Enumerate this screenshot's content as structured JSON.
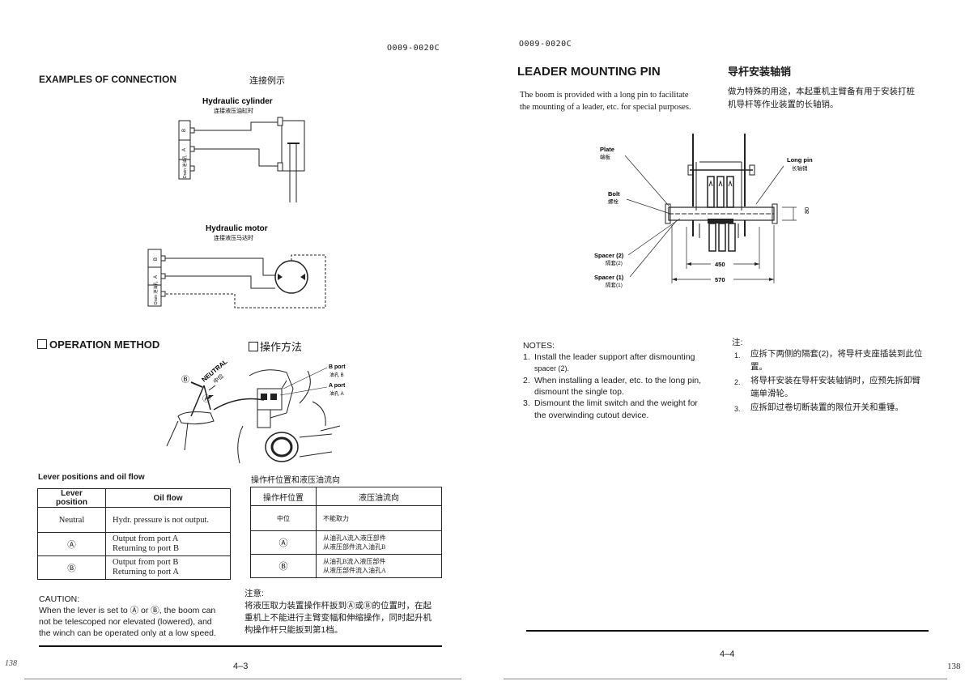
{
  "left_page": {
    "doc_code": "O009-0020C",
    "section_examples": {
      "title_en": "EXAMPLES OF CONNECTION",
      "title_cn": "连接例示"
    },
    "hydraulic_cylinder": {
      "label_en": "Hydraulic cylinder",
      "label_cn": "连接液压油缸时",
      "port_b": "B",
      "port_a": "A",
      "drain": "Drain 泄油孔"
    },
    "hydraulic_motor": {
      "label_en": "Hydraulic motor",
      "label_cn": "连接液压马达时",
      "port_b": "B",
      "port_a": "A",
      "drain": "Drain 泄油孔"
    },
    "section_operation": {
      "title_en": "OPERATION METHOD",
      "title_cn": "操作方法"
    },
    "figure_labels": {
      "neutral_en": "NEUTRAL",
      "neutral_cn": "中位",
      "b_marker": "Ⓑ",
      "a_marker": "Ⓐ",
      "b_port_en": "B port",
      "b_port_cn": "油孔 B",
      "a_port_en": "A port",
      "a_port_cn": "油孔 A"
    },
    "table_titles": {
      "en": "Lever positions and oil flow",
      "cn": "操作杆位置和液压油流向"
    },
    "table_en": {
      "headers": [
        "Lever position",
        "Oil flow"
      ],
      "rows": [
        {
          "pos": "Neutral",
          "flow1": "Hydr. pressure is not output.",
          "flow2": ""
        },
        {
          "pos": "Ⓐ",
          "flow1": "Output from port A",
          "flow2": "Returning to port B"
        },
        {
          "pos": "Ⓑ",
          "flow1": "Output from port B",
          "flow2": "Returning to port A"
        }
      ]
    },
    "table_cn": {
      "headers": [
        "操作杆位置",
        "液压油流向"
      ],
      "rows": [
        {
          "pos": "中位",
          "flow1": "不能取力",
          "flow2": ""
        },
        {
          "pos": "Ⓐ",
          "flow1": "从油孔A流入液压部件",
          "flow2": "从液压部件流入油孔B"
        },
        {
          "pos": "Ⓑ",
          "flow1": "从油孔B流入液压部件",
          "flow2": "从液压部件流入油孔A"
        }
      ]
    },
    "caution_en": {
      "title": "CAUTION:",
      "lines": [
        "When the lever is set to Ⓐ or Ⓑ, the boom can",
        "not be telescoped nor elevated (lowered), and",
        "the winch can be operated only at a low speed."
      ]
    },
    "caution_cn": {
      "title": "注意:",
      "lines": [
        "将液压取力装置操作杆扳到Ⓐ或Ⓑ的位置时，在起",
        "重机上不能进行主臂变幅和伸缩操作，同时起升机",
        "构操作杆只能扳到第1档。"
      ]
    },
    "page_number": "4–3",
    "margin_note": "138"
  },
  "right_page": {
    "doc_code": "O009-0020C",
    "title_en": "LEADER MOUNTING PIN",
    "title_cn": "导杆安装轴销",
    "intro_en": [
      "The boom is provided with a long pin to facilitate",
      "the mounting of a leader, etc. for special purposes."
    ],
    "intro_cn": [
      "做为特殊的用途，本起重机主臂备有用于安装打桩",
      "机导杆等作业装置的长轴销。"
    ],
    "figure_labels": {
      "plate_en": "Plate",
      "plate_cn": "端板",
      "bolt_en": "Bolt",
      "bolt_cn": "螺栓",
      "spacer2_en": "Spacer (2)",
      "spacer2_cn": "隔套(2)",
      "spacer1_en": "Spacer (1)",
      "spacer1_cn": "隔套(1)",
      "longpin_en": "Long pin",
      "longpin_cn": "长轴销",
      "dim_450": "450",
      "dim_570": "570",
      "dim_80": "80"
    },
    "notes_en": {
      "title": "NOTES:",
      "items": [
        {
          "num": "1.",
          "lines": [
            "Install the leader support after dismounting",
            "spacer (2)."
          ]
        },
        {
          "num": "2.",
          "lines": [
            "When installing a leader, etc. to the long pin,",
            "dismount the single top."
          ]
        },
        {
          "num": "3.",
          "lines": [
            "Dismount the limit switch and the weight for",
            "the overwinding cutout device."
          ]
        }
      ]
    },
    "notes_cn": {
      "title": "注:",
      "items": [
        {
          "num": "1.",
          "lines": [
            "应拆下两侧的隔套(2)，将导杆支座插装到此位",
            "置。"
          ]
        },
        {
          "num": "2.",
          "lines": [
            "将导杆安装在导杆安装轴销时，应预先拆卸臂",
            "端单滑轮。"
          ]
        },
        {
          "num": "3.",
          "lines": [
            "应拆卸过卷切断装置的限位开关和重锤。"
          ]
        }
      ]
    },
    "page_number": "4–4",
    "margin_note": "138"
  }
}
